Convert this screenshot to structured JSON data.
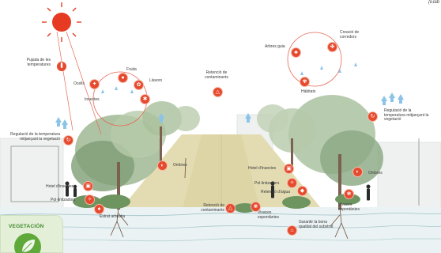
{
  "credit": "(Elab",
  "card": {
    "title": "VEGETACIÓN",
    "icon": "leaf-icon",
    "bg_color": "#e3efd7",
    "accent": "#5fa83a"
  },
  "icon_color": "#e64a2e",
  "labels": {
    "pujada": "Pujada de les temperatures",
    "fruita": "Fruita",
    "ocells": "Ocells",
    "llavors": "Llavors",
    "insectes": "Insectes",
    "retencio_top": "Retenció de contaminants",
    "arbres_guia": "Arbres guia",
    "creacio": "Creació de corredors",
    "habitats": "Hàbitats",
    "regulacio_right": "Regulació de la temperatura mitjançant la vegetació",
    "regulacio_left": "Regulació de la temperatura mitjançant la vegetació",
    "ombres_left": "Ombres",
    "ombres_right": "Ombres",
    "hotel_left": "Hotel d'insectes",
    "hotel_right": "Hotel d'insectes",
    "pol_left": "Pol·linitzadors",
    "pol_right": "Pol·linitzadors",
    "retencio_bottom": "Retenció de contaminants",
    "vivaces_center": "Vivaces espontànies",
    "vivaces_right": "Vivaces espontànies",
    "estrat": "Estrat arbustiu",
    "garantir": "Garantir la bona qualitat del substrat",
    "retencio_aigua": "Retenció d'aigua"
  }
}
